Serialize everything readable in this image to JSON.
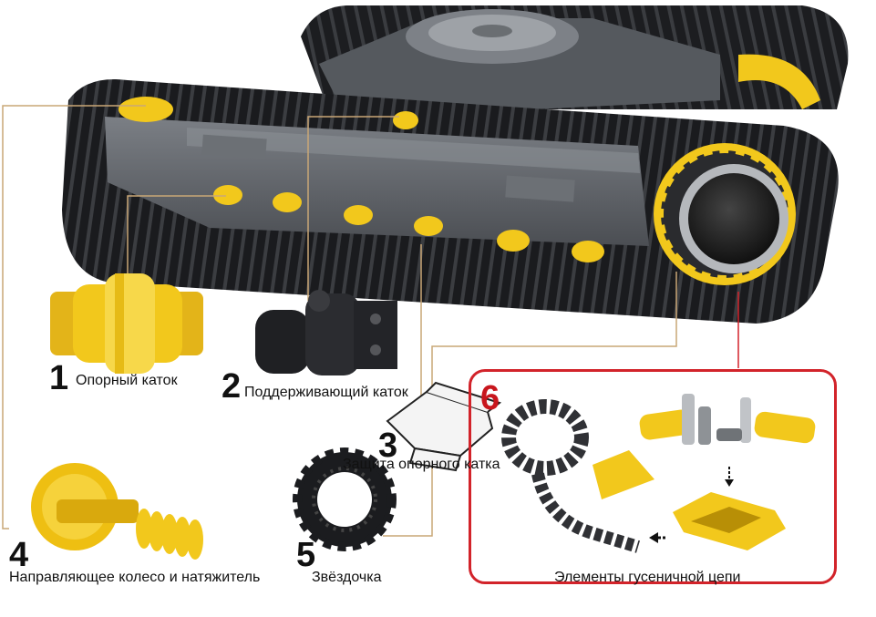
{
  "colors": {
    "track_dark": "#1c1d20",
    "frame_gray": "#5a5e63",
    "part_yellow": "#f2c81c",
    "leader_line": "#c9a777",
    "highlight_border": "#d2232a"
  },
  "parts": [
    {
      "number": "1",
      "label": "Опорный каток"
    },
    {
      "number": "2",
      "label": "Поддерживающий каток"
    },
    {
      "number": "3",
      "label": "Защита опорного катка"
    },
    {
      "number": "4",
      "label": "Направляющее колесо и натяжитель"
    },
    {
      "number": "5",
      "label": "Звёздочка"
    },
    {
      "number": "6",
      "label": "Элементы гусеничной цепи"
    }
  ]
}
